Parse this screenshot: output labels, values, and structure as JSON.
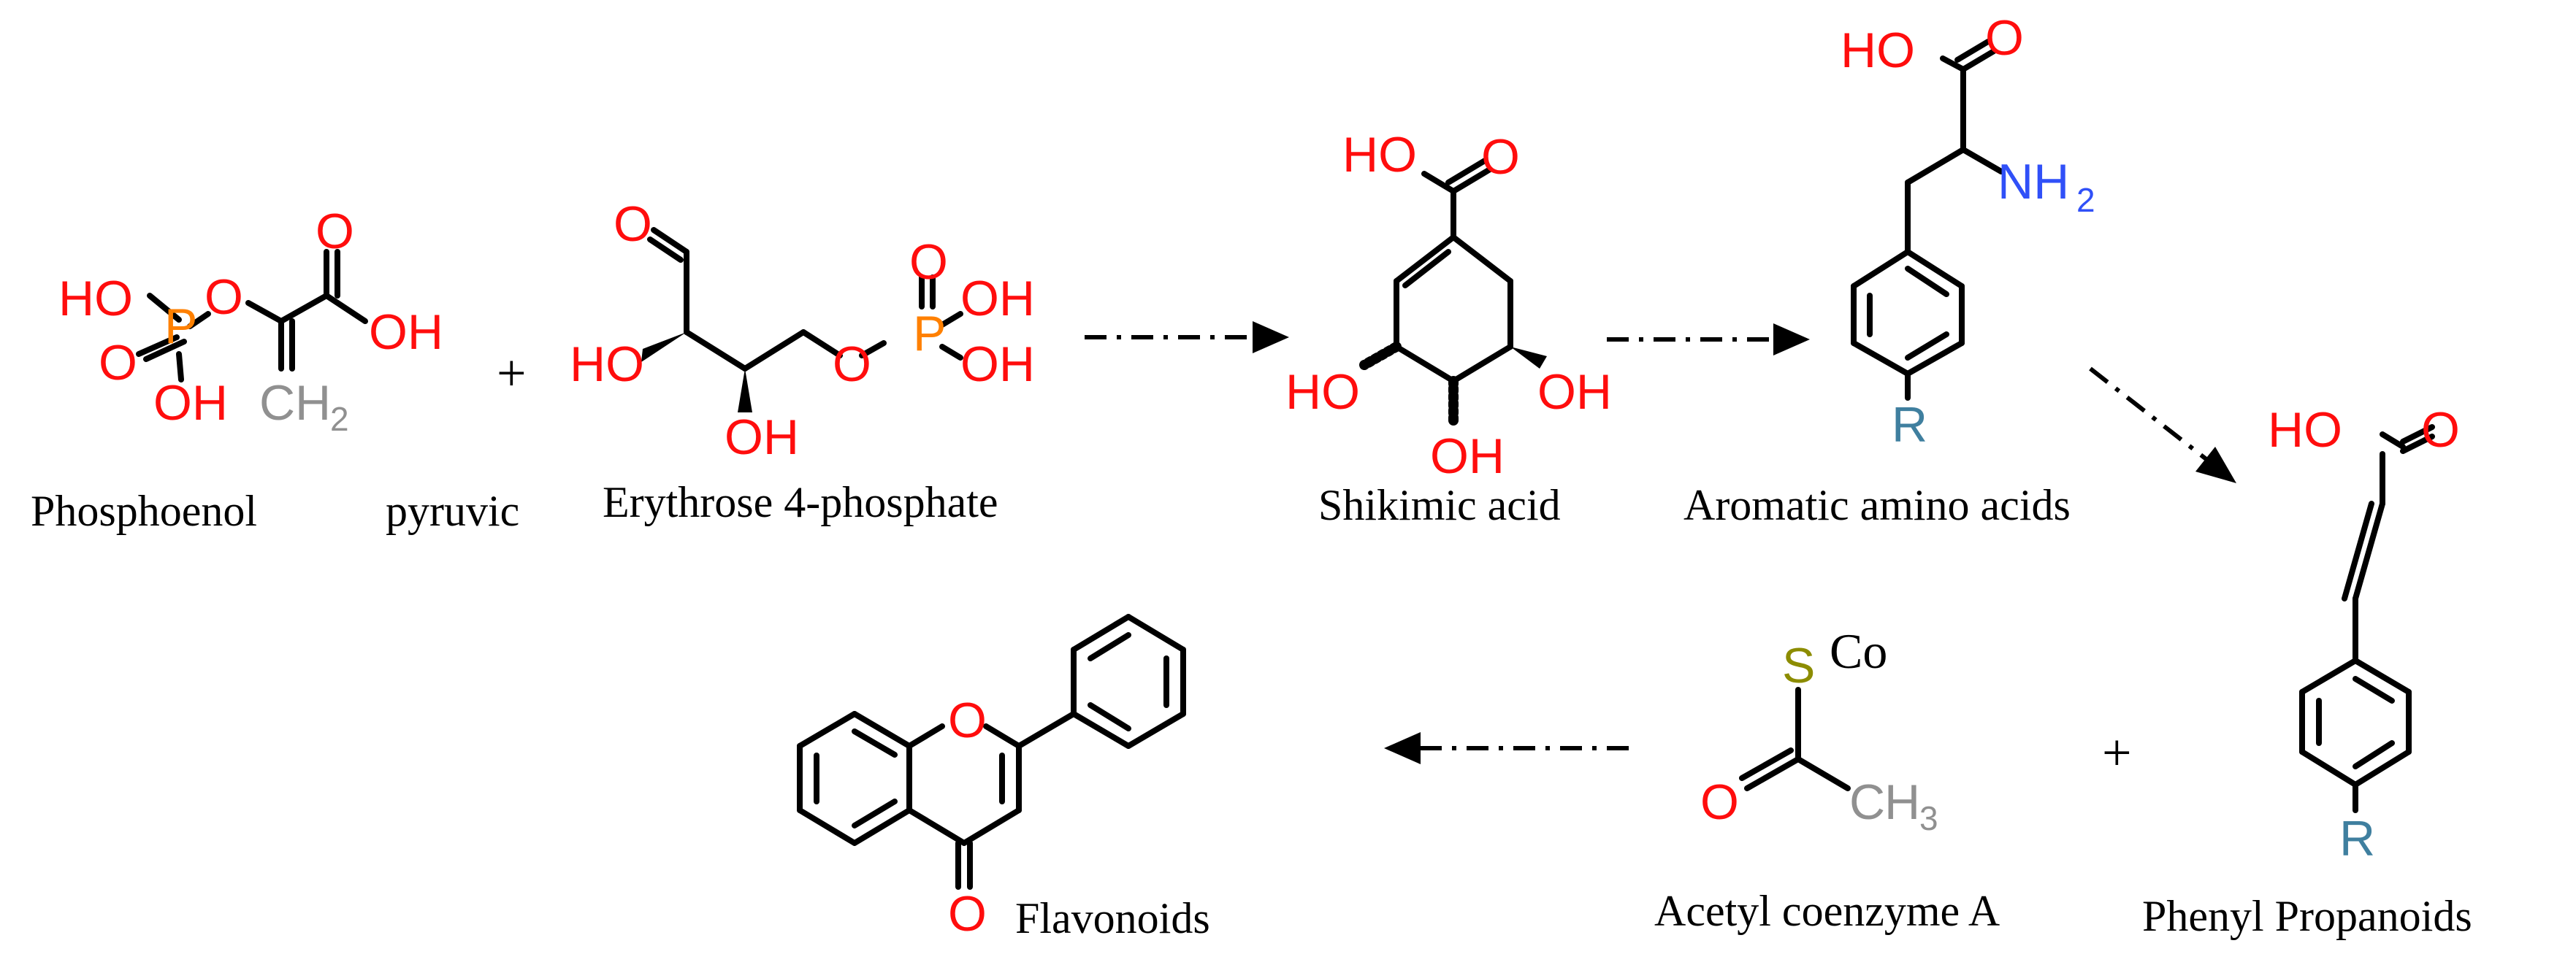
{
  "colors": {
    "oxygen": "#ff0d0d",
    "phosphorus": "#ff8000",
    "nitrogen": "#3050f8",
    "carbon_group": "#909090",
    "r_group": "#3f7f9f",
    "sulfur": "#8c8c00",
    "bond": "#000000"
  },
  "atoms": {
    "ho": "HO",
    "oh": "OH",
    "o": "O",
    "p": "P",
    "c": "C",
    "h": "H",
    "nh": "NH",
    "two": "2",
    "three": "3",
    "r": "R",
    "s": "S",
    "co": "Co"
  },
  "operators": {
    "plus": "+"
  },
  "labels": {
    "phosphoenol": "Phosphoenol",
    "pyruvic": "pyruvic",
    "erythrose": "Erythrose 4-phosphate",
    "shikimic": "Shikimic acid",
    "aromatic": "Aromatic amino acids",
    "flavonoids": "Flavonoids",
    "acetyl": "Acetyl coenzyme A",
    "phenyl": "Phenyl Propanoids"
  }
}
